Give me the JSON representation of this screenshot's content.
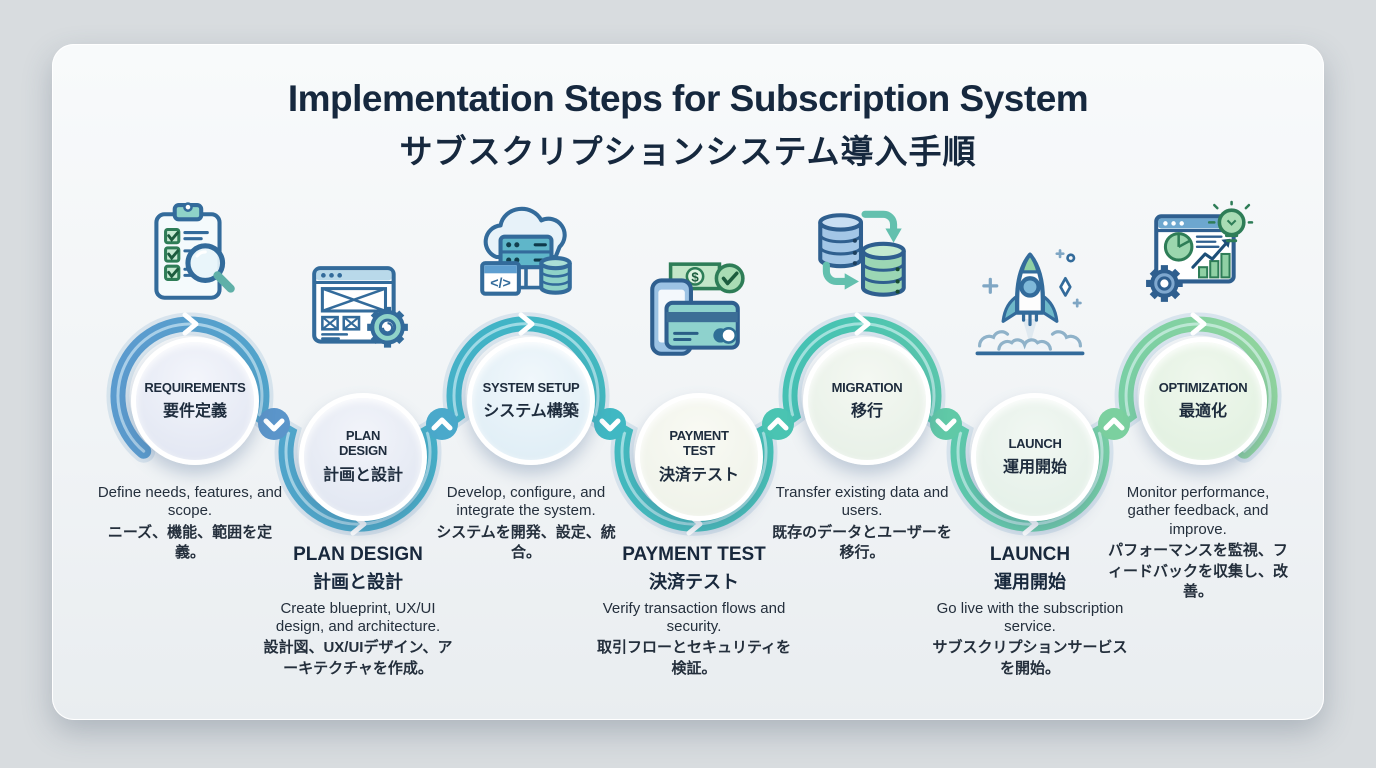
{
  "title": {
    "en": "Implementation Steps for Subscription System",
    "ja": "サブスクリプションシステム導入手順"
  },
  "steps": [
    {
      "name_en": "REQUIREMENTS",
      "name_ja": "要件定義",
      "desc_en": "Define needs, features, and scope.",
      "desc_ja": "ニーズ、機能、範囲を定義。",
      "icon": "clipboard-checklist-magnifier-icon"
    },
    {
      "name_en": "PLAN DESIGN",
      "name_ja": "計画と設計",
      "heading_en": "PLAN DESIGN",
      "heading_ja": "計画と設計",
      "desc_en": "Create blueprint, UX/UI design, and architecture.",
      "desc_ja": "設計図、UX/UIデザイン、アーキテクチャを作成。",
      "icon": "browser-wireframe-gear-icon"
    },
    {
      "name_en": "SYSTEM SETUP",
      "name_ja": "システム構築",
      "desc_en": "Develop, configure, and integrate the system.",
      "desc_ja": "システムを開発、設定、統合。",
      "icon": "cloud-server-icon"
    },
    {
      "name_en": "PAYMENT TEST",
      "name_ja": "決済テスト",
      "heading_en": "PAYMENT TEST",
      "heading_ja": "決済テスト",
      "desc_en": "Verify transaction flows and security.",
      "desc_ja": "取引フローとセキュリティを検証。",
      "icon": "credit-card-payment-icon"
    },
    {
      "name_en": "MIGRATION",
      "name_ja": "移行",
      "desc_en": "Transfer existing data and users.",
      "desc_ja": "既存のデータとユーザーを移行。",
      "icon": "database-migration-icon"
    },
    {
      "name_en": "LAUNCH",
      "name_ja": "運用開始",
      "heading_en": "LAUNCH",
      "heading_ja": "運用開始",
      "desc_en": "Go live with the subscription service.",
      "desc_ja": "サブスクリプションサービスを開始。",
      "icon": "rocket-launch-icon"
    },
    {
      "name_en": "OPTIMIZATION",
      "name_ja": "最適化",
      "desc_en": "Monitor performance, gather feedback, and improve.",
      "desc_ja": "パフォーマンスを監視、フィードバックを収集し、改善。",
      "icon": "analytics-growth-icon"
    }
  ],
  "flow": {
    "connector_chevrons": [
      "down",
      "up",
      "down",
      "up",
      "down",
      "up"
    ]
  },
  "colors": {
    "arc-blue": "#5b9bce",
    "arc-cyan": "#41b4c6",
    "arc-teal": "#47c3b2",
    "arc-green": "#8fd49e",
    "node-1": "#5b95ca",
    "node-2": "#4aa9cb",
    "node-3": "#40b8c3",
    "node-4": "#4ac4b2",
    "node-5": "#60c9a7",
    "node-6": "#7bd09f",
    "title-text": "#16283e",
    "body-text": "#242f3c"
  }
}
